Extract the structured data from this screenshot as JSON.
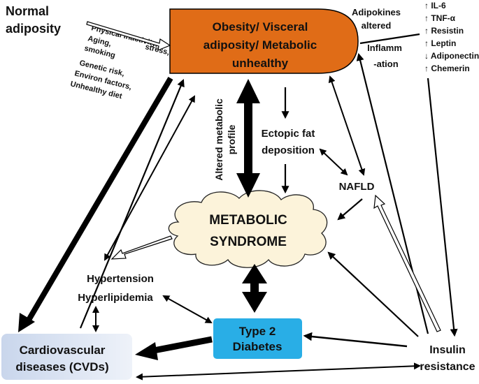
{
  "normal_adiposity": [
    "Normal",
    "adiposity"
  ],
  "risk_factors": [
    "Physical inactivity,",
    "stress,",
    "Aging,",
    "smoking",
    "Genetic risk,",
    "Environ factors,",
    "Unhealthy diet"
  ],
  "obesity_box": [
    "Obesity/ Visceral",
    "adiposity/ Metabolic",
    "unhealthy"
  ],
  "adipokines": [
    "Adipokines",
    "altered"
  ],
  "inflammation": [
    "Inflamm",
    "-ation"
  ],
  "markers": [
    {
      "arrow": "↑",
      "name": "IL-6"
    },
    {
      "arrow": "↑",
      "name": "TNF-α"
    },
    {
      "arrow": "↑",
      "name": "Resistin"
    },
    {
      "arrow": "↑",
      "name": "Leptin"
    },
    {
      "arrow": "↓",
      "name": "Adiponectin"
    },
    {
      "arrow": "↑",
      "name": "Chemerin"
    }
  ],
  "altered_metabolic_profile": [
    "Altered metabolic",
    "profile"
  ],
  "ectopic_fat": [
    "Ectopic fat",
    "deposition"
  ],
  "nafld": "NAFLD",
  "metabolic_syndrome": [
    "METABOLIC",
    "SYNDROME"
  ],
  "hypertension": "Hypertension",
  "hyperlipidemia": "Hyperlipidemia",
  "type2_diabetes": [
    "Type 2",
    "Diabetes"
  ],
  "cvd": [
    "Cardiovascular",
    "diseases (CVDs)"
  ],
  "insulin_resistance": [
    "Insulin",
    "resistance"
  ],
  "colors": {
    "obesity_fill": "#e06c17",
    "diabetes_fill": "#29aee6",
    "cloud_fill": "#fcf3da",
    "cvd_fill": "#dde5f2"
  }
}
